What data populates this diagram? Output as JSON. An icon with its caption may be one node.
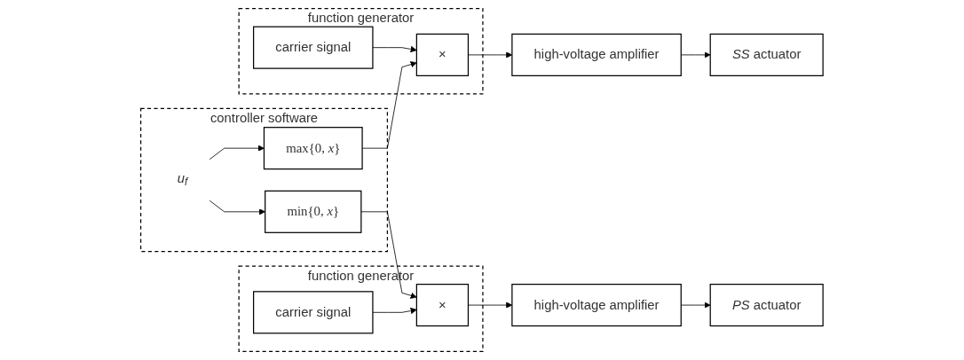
{
  "diagram": {
    "nodes": [
      {
        "text": [
          "controller software"
        ]
      },
      {
        "text": [
          "u$_{f}$"
        ],
        "in": 0
      },
      {
        "text": [
          "max{0, *x*}"
        ],
        "in": 0
      },
      {
        "text": [
          "min{0, *x*}"
        ],
        "in": 0
      },
      {
        "text": [
          "function generator"
        ]
      },
      {
        "text": [
          "carrier signal"
        ],
        "in": 4
      },
      {
        "text": [
          "×"
        ],
        "in": 4
      },
      {
        "text": [
          "high-voltage amplifier"
        ]
      },
      {
        "text": [
          "*SS* actuator"
        ]
      },
      {
        "text": [
          "function generator"
        ]
      },
      {
        "text": [
          "carrier signal"
        ],
        "in": 9
      },
      {
        "text": [
          "×"
        ],
        "in": 9
      },
      {
        "text": [
          "high-voltage amplifier"
        ]
      },
      {
        "text": [
          "*PS* actuator"
        ]
      }
    ],
    "edges": [
      {
        "from": 1,
        "to": 2,
        "arrow": "to"
      },
      {
        "from": 1,
        "to": 3,
        "arrow": "to"
      },
      {
        "from": 5,
        "to": 6,
        "arrow": "to"
      },
      {
        "from": 2,
        "to": 6,
        "arrow": "to"
      },
      {
        "from": 6,
        "to": 7,
        "arrow": "to"
      },
      {
        "from": 7,
        "to": 8,
        "arrow": "to"
      },
      {
        "from": 3,
        "to": 11,
        "arrow": "to"
      },
      {
        "from": 10,
        "to": 11,
        "arrow": "to"
      },
      {
        "from": 11,
        "to": 12,
        "arrow": "to"
      },
      {
        "from": 12,
        "to": 13,
        "arrow": "to"
      }
    ]
  }
}
